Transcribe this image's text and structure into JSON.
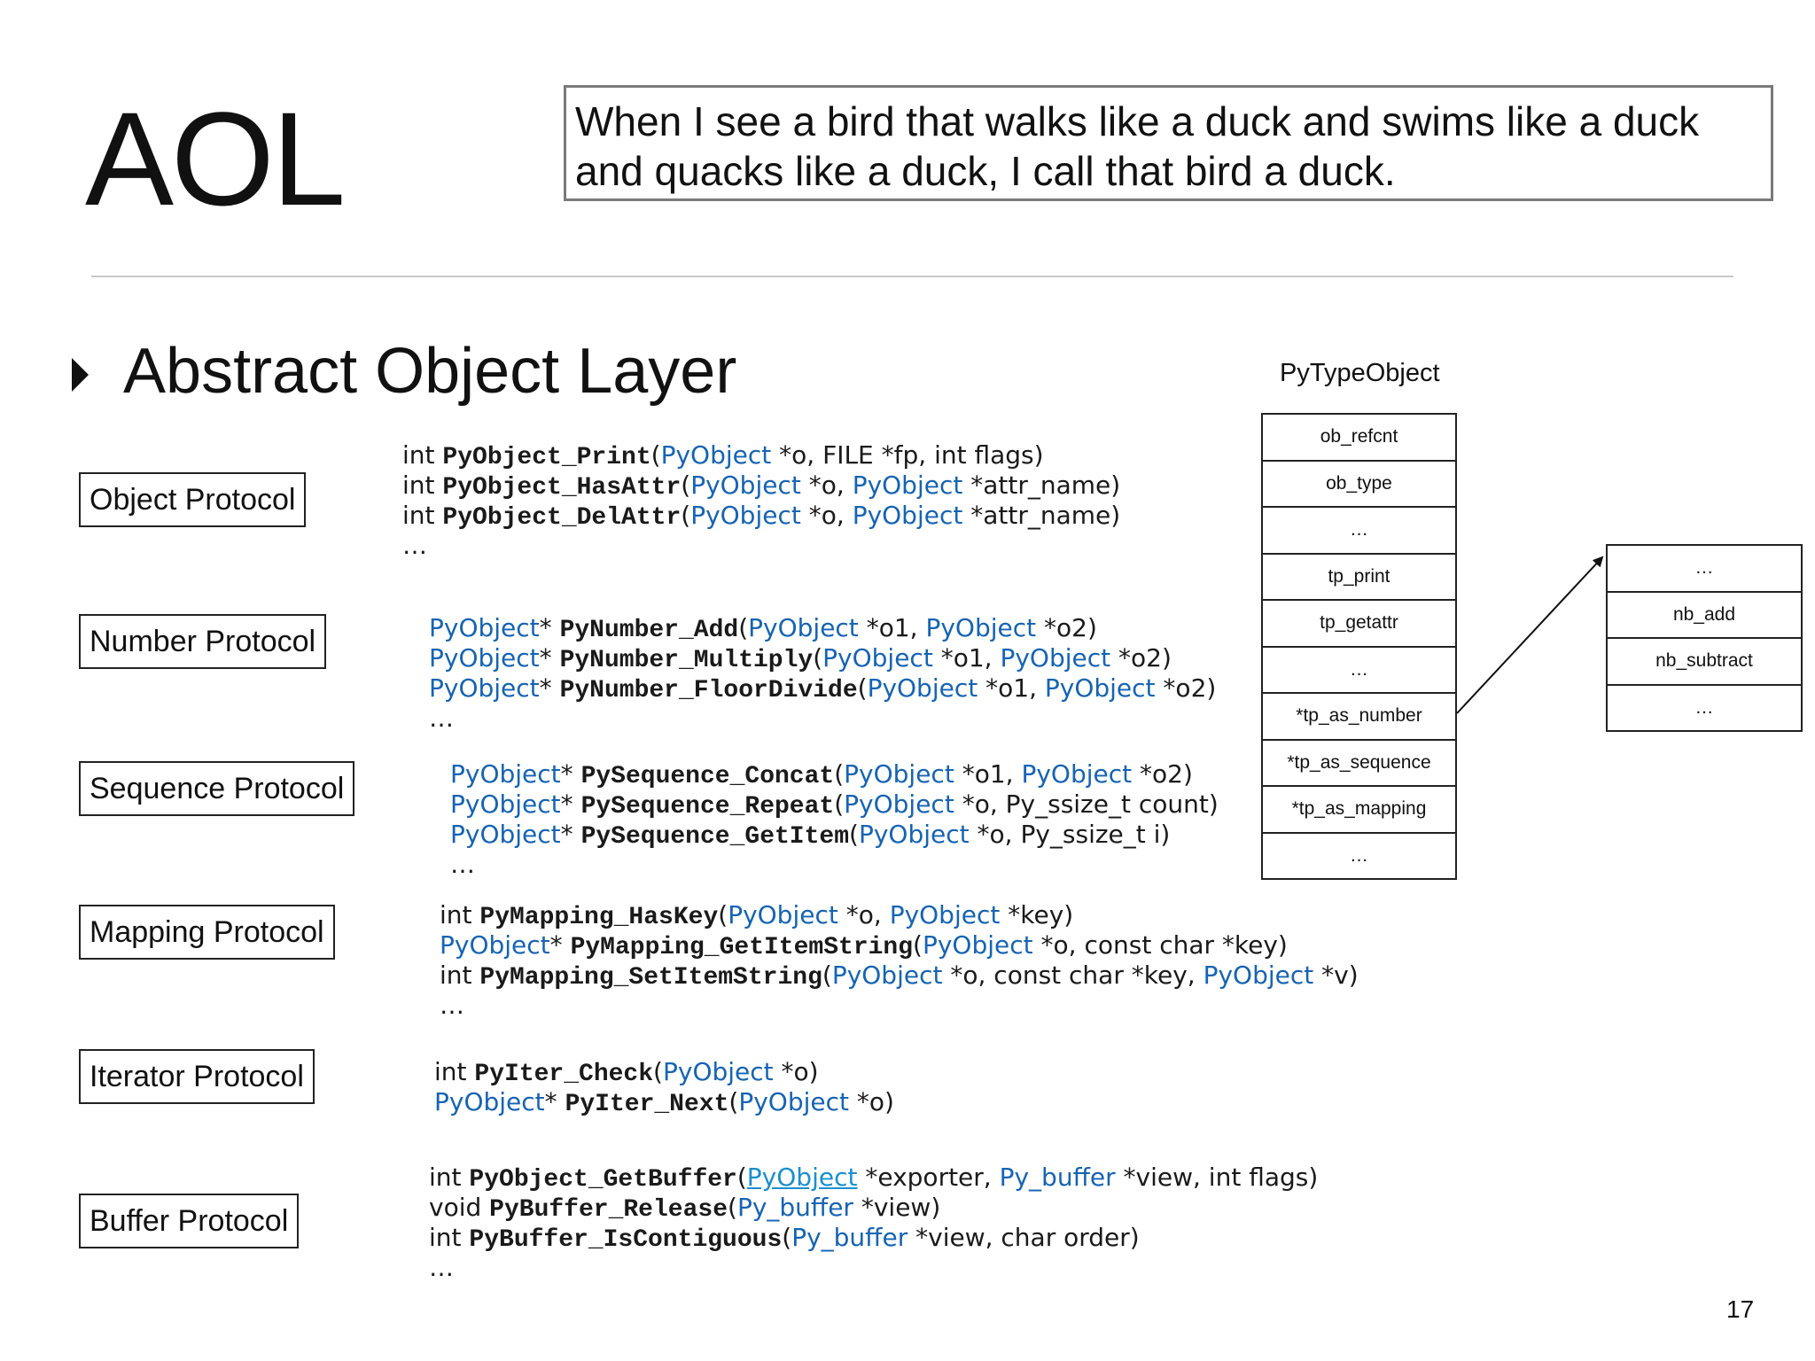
{
  "slide": {
    "title": "AOL",
    "quote": "When I see a bird that walks like a duck and swims like a duck and quacks like a duck, I call that bird a duck.",
    "subtitle": "Abstract Object Layer",
    "page_number": "17"
  },
  "protocols": [
    {
      "name": "Object Protocol",
      "lines": [
        [
          {
            "text": "int ",
            "k": "p"
          },
          {
            "text": "PyObject_Print",
            "k": "fn"
          },
          {
            "text": "(",
            "k": "p"
          },
          {
            "text": "PyObject",
            "k": "t"
          },
          {
            "text": " *o, FILE *fp, int flags)",
            "k": "p"
          }
        ],
        [
          {
            "text": "int ",
            "k": "p"
          },
          {
            "text": "PyObject_HasAttr",
            "k": "fn"
          },
          {
            "text": "(",
            "k": "p"
          },
          {
            "text": "PyObject",
            "k": "t"
          },
          {
            "text": " *o, ",
            "k": "p"
          },
          {
            "text": "PyObject",
            "k": "t"
          },
          {
            "text": " *attr_name)",
            "k": "p"
          }
        ],
        [
          {
            "text": "int ",
            "k": "p"
          },
          {
            "text": "PyObject_DelAttr",
            "k": "fn"
          },
          {
            "text": "(",
            "k": "p"
          },
          {
            "text": "PyObject",
            "k": "t"
          },
          {
            "text": " *o, ",
            "k": "p"
          },
          {
            "text": "PyObject",
            "k": "t"
          },
          {
            "text": " *attr_name)",
            "k": "p"
          }
        ],
        [
          {
            "text": "…",
            "k": "p"
          }
        ]
      ]
    },
    {
      "name": "Number Protocol",
      "lines": [
        [
          {
            "text": "PyObject",
            "k": "t"
          },
          {
            "text": "* ",
            "k": "p"
          },
          {
            "text": "PyNumber_Add",
            "k": "fn"
          },
          {
            "text": "(",
            "k": "p"
          },
          {
            "text": "PyObject",
            "k": "t"
          },
          {
            "text": " *o1, ",
            "k": "p"
          },
          {
            "text": "PyObject",
            "k": "t"
          },
          {
            "text": " *o2)",
            "k": "p"
          }
        ],
        [
          {
            "text": "PyObject",
            "k": "t"
          },
          {
            "text": "* ",
            "k": "p"
          },
          {
            "text": "PyNumber_Multiply",
            "k": "fn"
          },
          {
            "text": "(",
            "k": "p"
          },
          {
            "text": "PyObject",
            "k": "t"
          },
          {
            "text": " *o1, ",
            "k": "p"
          },
          {
            "text": "PyObject",
            "k": "t"
          },
          {
            "text": " *o2)",
            "k": "p"
          }
        ],
        [
          {
            "text": "PyObject",
            "k": "t"
          },
          {
            "text": "* ",
            "k": "p"
          },
          {
            "text": "PyNumber_FloorDivide",
            "k": "fn"
          },
          {
            "text": "(",
            "k": "p"
          },
          {
            "text": "PyObject",
            "k": "t"
          },
          {
            "text": " *o1, ",
            "k": "p"
          },
          {
            "text": "PyObject",
            "k": "t"
          },
          {
            "text": " *o2)",
            "k": "p"
          }
        ],
        [
          {
            "text": "…",
            "k": "p"
          }
        ]
      ]
    },
    {
      "name": "Sequence Protocol",
      "lines": [
        [
          {
            "text": "PyObject",
            "k": "t"
          },
          {
            "text": "* ",
            "k": "p"
          },
          {
            "text": "PySequence_Concat",
            "k": "fn"
          },
          {
            "text": "(",
            "k": "p"
          },
          {
            "text": "PyObject",
            "k": "t"
          },
          {
            "text": " *o1, ",
            "k": "p"
          },
          {
            "text": "PyObject",
            "k": "t"
          },
          {
            "text": " *o2)",
            "k": "p"
          }
        ],
        [
          {
            "text": "PyObject",
            "k": "t"
          },
          {
            "text": "* ",
            "k": "p"
          },
          {
            "text": "PySequence_Repeat",
            "k": "fn"
          },
          {
            "text": "(",
            "k": "p"
          },
          {
            "text": "PyObject",
            "k": "t"
          },
          {
            "text": " *o, Py_ssize_t count)",
            "k": "p"
          }
        ],
        [
          {
            "text": "PyObject",
            "k": "t"
          },
          {
            "text": "* ",
            "k": "p"
          },
          {
            "text": "PySequence_GetItem",
            "k": "fn"
          },
          {
            "text": "(",
            "k": "p"
          },
          {
            "text": "PyObject",
            "k": "t"
          },
          {
            "text": " *o, Py_ssize_t i)",
            "k": "p"
          }
        ],
        [
          {
            "text": "…",
            "k": "p"
          }
        ]
      ]
    },
    {
      "name": "Mapping Protocol",
      "lines": [
        [
          {
            "text": "int ",
            "k": "p"
          },
          {
            "text": "PyMapping_HasKey",
            "k": "fn"
          },
          {
            "text": "(",
            "k": "p"
          },
          {
            "text": "PyObject",
            "k": "t"
          },
          {
            "text": " *o, ",
            "k": "p"
          },
          {
            "text": "PyObject",
            "k": "t"
          },
          {
            "text": " *key)",
            "k": "p"
          }
        ],
        [
          {
            "text": "PyObject",
            "k": "t"
          },
          {
            "text": "* ",
            "k": "p"
          },
          {
            "text": "PyMapping_GetItemString",
            "k": "fn"
          },
          {
            "text": "(",
            "k": "p"
          },
          {
            "text": "PyObject",
            "k": "t"
          },
          {
            "text": " *o, const char *key)",
            "k": "p"
          }
        ],
        [
          {
            "text": "int ",
            "k": "p"
          },
          {
            "text": "PyMapping_SetItemString",
            "k": "fn"
          },
          {
            "text": "(",
            "k": "p"
          },
          {
            "text": "PyObject",
            "k": "t"
          },
          {
            "text": " *o, const char *key, ",
            "k": "p"
          },
          {
            "text": "PyObject",
            "k": "t"
          },
          {
            "text": " *v)",
            "k": "p"
          }
        ],
        [
          {
            "text": "…",
            "k": "p"
          }
        ]
      ]
    },
    {
      "name": "Iterator Protocol",
      "lines": [
        [
          {
            "text": "int ",
            "k": "p"
          },
          {
            "text": "PyIter_Check",
            "k": "fn"
          },
          {
            "text": "(",
            "k": "p"
          },
          {
            "text": "PyObject",
            "k": "t"
          },
          {
            "text": " *o)",
            "k": "p"
          }
        ],
        [
          {
            "text": "PyObject",
            "k": "t"
          },
          {
            "text": "* ",
            "k": "p"
          },
          {
            "text": "PyIter_Next",
            "k": "fn"
          },
          {
            "text": "(",
            "k": "p"
          },
          {
            "text": "PyObject",
            "k": "t"
          },
          {
            "text": " *o)",
            "k": "p"
          }
        ]
      ]
    },
    {
      "name": "Buffer Protocol",
      "lines": [
        [
          {
            "text": "int ",
            "k": "p"
          },
          {
            "text": "PyObject_GetBuffer",
            "k": "fn"
          },
          {
            "text": "(",
            "k": "p"
          },
          {
            "text": "PyObject",
            "k": "u"
          },
          {
            "text": " *exporter, ",
            "k": "p"
          },
          {
            "text": "Py_buffer",
            "k": "t"
          },
          {
            "text": " *view, int flags)",
            "k": "p"
          }
        ],
        [
          {
            "text": "void ",
            "k": "p"
          },
          {
            "text": "PyBuffer_Release",
            "k": "fn"
          },
          {
            "text": "(",
            "k": "p"
          },
          {
            "text": "Py_buffer",
            "k": "t"
          },
          {
            "text": " *view)",
            "k": "p"
          }
        ],
        [
          {
            "text": "int ",
            "k": "p"
          },
          {
            "text": "PyBuffer_IsContiguous",
            "k": "fn"
          },
          {
            "text": "(",
            "k": "p"
          },
          {
            "text": "Py_buffer",
            "k": "t"
          },
          {
            "text": " *view, char order)",
            "k": "p"
          }
        ],
        [
          {
            "text": "…",
            "k": "p"
          }
        ]
      ]
    }
  ],
  "pytype_object": {
    "label": "PyTypeObject",
    "fields": [
      "ob_refcnt",
      "ob_type",
      "…",
      "tp_print",
      "tp_getattr",
      "…",
      "*tp_as_number",
      "*tp_as_sequence",
      "*tp_as_mapping",
      "…"
    ]
  },
  "number_methods": {
    "fields": [
      "…",
      "nb_add",
      "nb_subtract",
      "…"
    ]
  },
  "colors": {
    "type_name": "#1664b4",
    "underlined_type": "#1a8fd0",
    "text": "#111111",
    "quote_border": "#7a7a7a"
  }
}
